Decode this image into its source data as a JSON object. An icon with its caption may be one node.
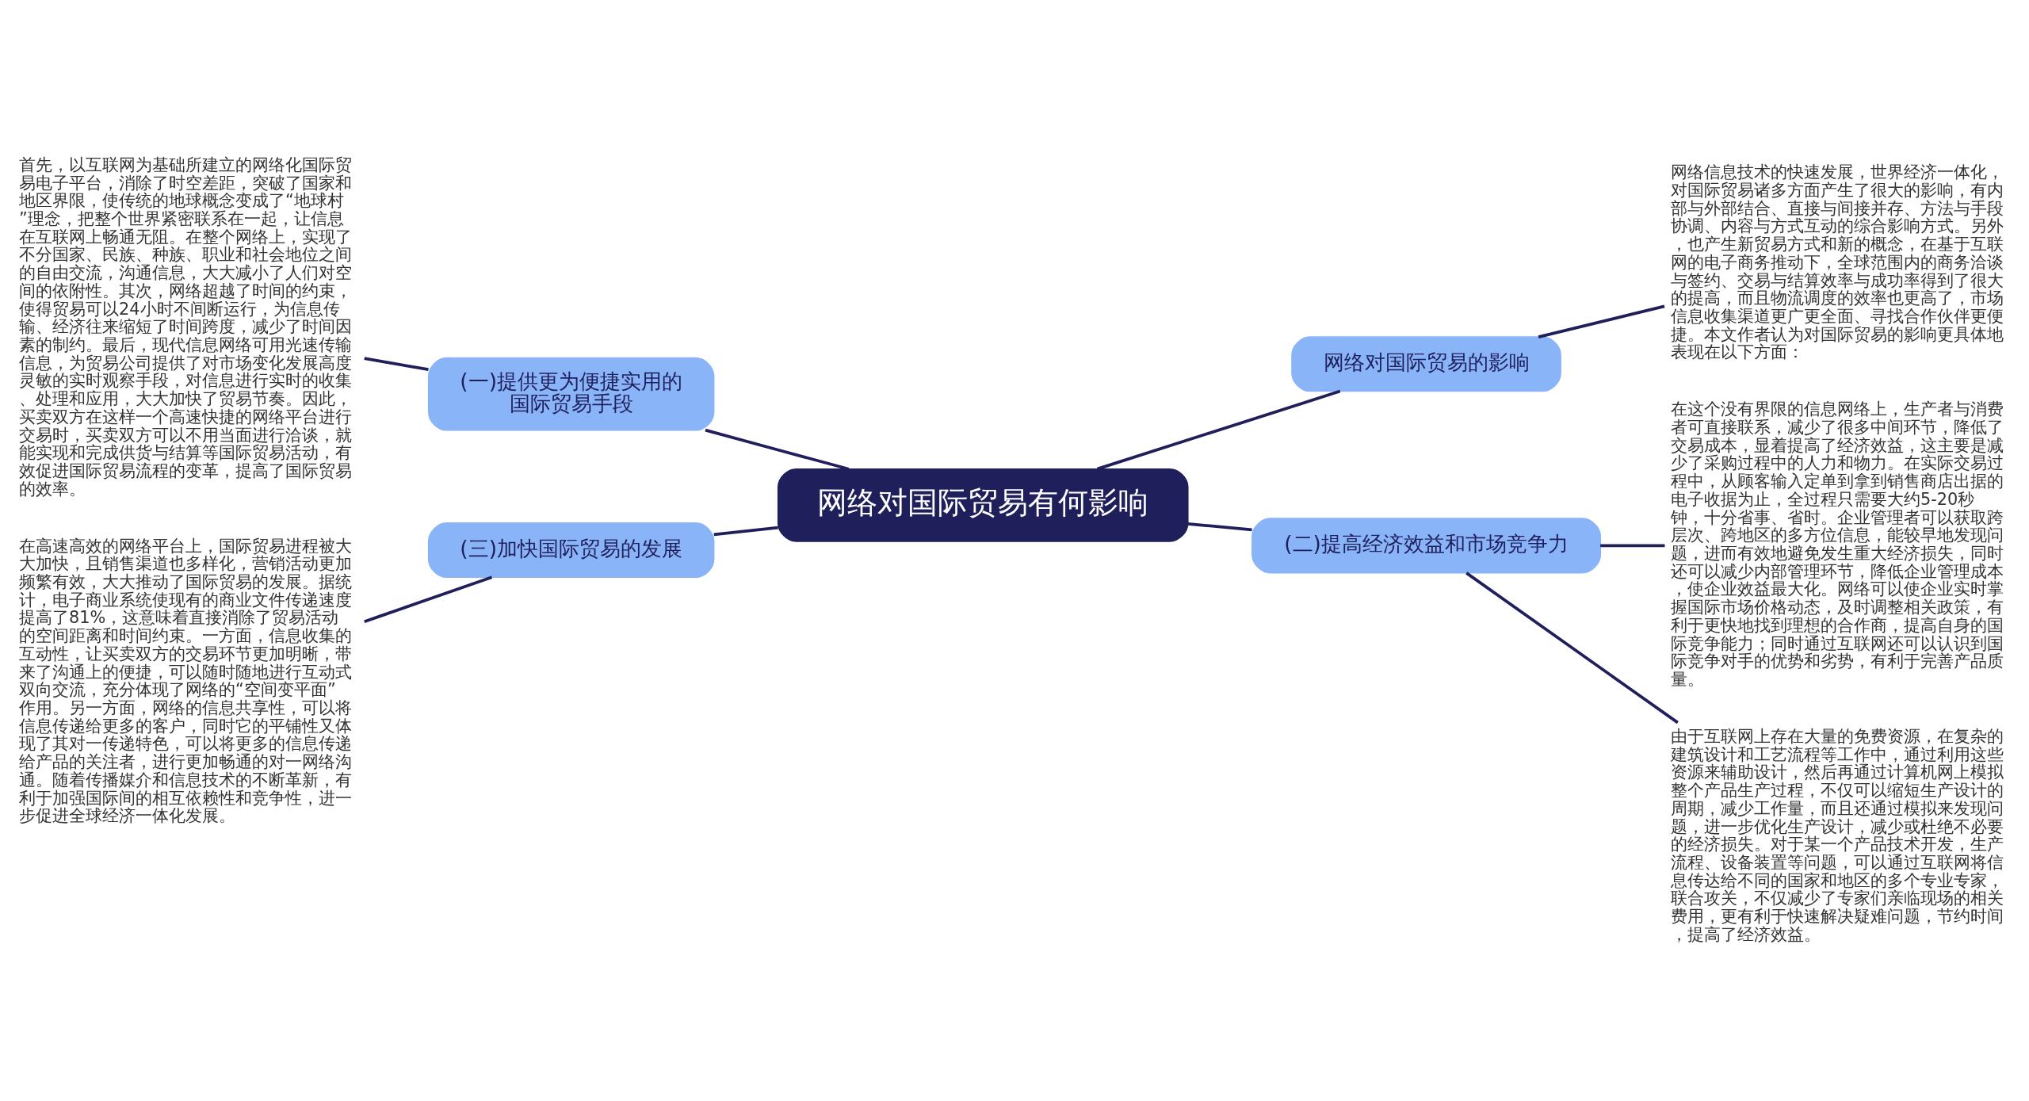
{
  "diagram": {
    "nodes": [
      {
        "text": [
          "网络对国际贸易有何影响"
        ]
      },
      {
        "text": [
          "网络对国际贸易的影响"
        ]
      },
      {
        "text": [
          "网络信息技术的快速发展，世界经济一体化，对国际贸易诸多方面产生了很大的影响，有内部与外部结合、直接与间接并存、方法与手段协调、内容与方式互动的综合影响方式。另外，也产生新贸易方式和新的概念，在基于互联网的电子商务推动下，全球范围内的商务洽谈与签约、交易与结算效率与成功率得到了很大的提高，而且物流调度的效率也更高了，市场信息收集渠道更广更全面、寻找合作伙伴更便捷。本文作者认为对国际贸易的影响更具体地表现在以下方面："
        ]
      },
      {
        "text": [
          "(二)提高经济效益和市场竞争力"
        ]
      },
      {
        "text": [
          "在这个没有界限的信息网络上，生产者与消费者可直接联系，减少了很多中间环节，降低了交易成本，显着提高了经济效益，这主要是减少了采购过程中的人力和物力。在实际交易过程中，从顾客输入定单到拿到销售商店出据的电子收据为止，全过程只需要大约5-20秒钟，十分省事、省时。企业管理者可以获取跨层次、跨地区的多方位信息，能较早地发现问题，进而有效地避免发生重大经济损失，同时还可以减少内部管理环节，降低企业管理成本，使企业效益最大化。网络可以使企业实时掌握国际市场价格动态，及时调整相关政策，有利于更快地找到理想的合作商，提高自身的国际竞争能力；同时通过互联网还可以认识到国际竞争对手的优势和劣势，有利于完善产品质量。"
        ]
      },
      {
        "text": [
          "由于互联网上存在大量的免费资源，在复杂的建筑设计和工艺流程等工作中，通过利用这些资源来辅助设计，然后再通过计算机网上模拟整个产品生产过程，不仅可以缩短生产设计的周期，减少工作量，而且还通过模拟来发现问题，进一步优化生产设计，减少或杜绝不必要的经济损失。对于某一个产品技术开发，生产流程、设备装置等问题，可以通过互联网将信息传达给不同的国家和地区的多个专业专家，联合攻关，不仅减少了专家们亲临现场的相关费用，更有利于快速解决疑难问题，节约时间，提高了经济效益。"
        ]
      },
      {
        "text": [
          "(一)提供更为便捷实用的国际贸易手段"
        ]
      },
      {
        "text": [
          "首先，以互联网为基础所建立的网络化国际贸易电子平台，消除了时空差距，突破了国家和地区界限，使传统的地球概念变成了“地球村”理念，把整个世界紧密联系在一起，让信息在互联网上畅通无阻。在整个网络上，实现了不分国家、民族、种族、职业和社会地位之间的自由交流，沟通信息，大大减小了人们对空间的依附性。其次，网络超越了时间的约束，使得贸易可以24小时不间断运行，为信息传输、经济往来缩短了时间跨度，减少了时间因素的制约。最后，现代信息网络可用光速传输信息，为贸易公司提供了对市场变化发展高度灵敏的实时观察手段，对信息进行实时的收集、处理和应用，大大加快了贸易节奏。因此，买卖双方在这样一个高速快捷的网络平台进行交易时，买卖双方可以不用当面进行洽谈，就能实现和完成供货与结算等国际贸易活动，有效促进国际贸易流程的变革，提高了国际贸易的效率。"
        ]
      },
      {
        "text": [
          "(三)加快国际贸易的发展"
        ]
      },
      {
        "text": [
          "在高速高效的网络平台上，国际贸易进程被大大加快，且销售渠道也多样化，营销活动更加频繁有效，大大推动了国际贸易的发展。据统计，电子商业系统使现有的商业文件传递速度提高了81%，这意味着直接消除了贸易活动的空间距离和时间约束。一方面，信息收集的互动性，让买卖双方的交易环节更加明晰，带来了沟通上的便捷，可以随时随地进行互动式双向交流，充分体现了网络的“空间变平面”作用。另一方面，网络的信息共享性，可以将信息传递给更多的客户，同时它的平铺性又体现了其对一传递特色，可以将更多的信息传递给产品的关注者，进行更加畅通的对一网络沟通。随着传播媒介和信息技术的不断革新，有利于加强国际间的相互依赖性和竞争性，进一步促进全球经济一体化发展。"
        ]
      }
    ],
    "edges": [
      {
        "from": 0,
        "to": 1,
        "arrow": "none"
      },
      {
        "from": 1,
        "to": 2,
        "arrow": "none"
      },
      {
        "from": 0,
        "to": 3,
        "arrow": "none"
      },
      {
        "from": 3,
        "to": 4,
        "arrow": "none"
      },
      {
        "from": 3,
        "to": 5,
        "arrow": "none"
      },
      {
        "from": 0,
        "to": 6,
        "arrow": "none"
      },
      {
        "from": 6,
        "to": 7,
        "arrow": "none"
      },
      {
        "from": 0,
        "to": 8,
        "arrow": "none"
      },
      {
        "from": 8,
        "to": 9,
        "arrow": "none"
      }
    ]
  }
}
